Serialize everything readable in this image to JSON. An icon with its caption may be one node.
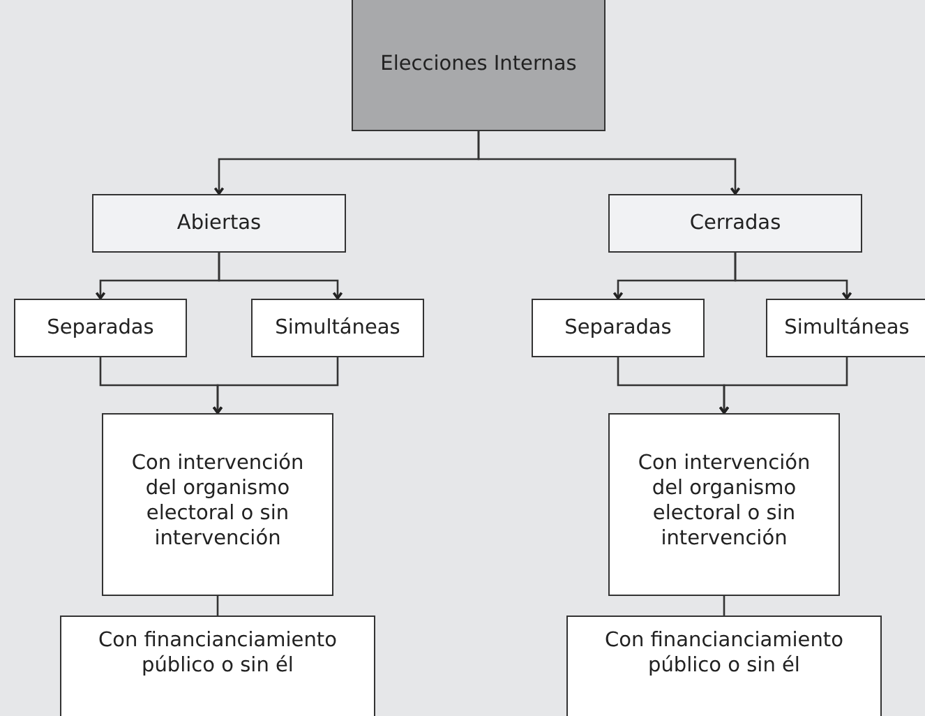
{
  "diagram": {
    "nodes": [
      {
        "text": [
          "Elecciones Internas"
        ]
      },
      {
        "text": [
          "Abiertas"
        ]
      },
      {
        "text": [
          "Cerradas"
        ]
      },
      {
        "text": [
          "Separadas"
        ]
      },
      {
        "text": [
          "Simultáneas"
        ]
      },
      {
        "text": [
          "Separadas"
        ]
      },
      {
        "text": [
          "Simultáneas"
        ]
      },
      {
        "text": [
          "Con intervención del organismo electoral o sin intervención"
        ]
      },
      {
        "text": [
          "Con financianciamiento público o sin él"
        ]
      },
      {
        "text": [
          "Con intervención del organismo electoral o sin intervención"
        ]
      },
      {
        "text": [
          "Con financianciamiento público o sin él"
        ]
      }
    ],
    "edges": [
      {
        "from": 0,
        "to": 1,
        "arrow": "to"
      },
      {
        "from": 0,
        "to": 2,
        "arrow": "to"
      },
      {
        "from": 1,
        "to": 3,
        "arrow": "to"
      },
      {
        "from": 1,
        "to": 4,
        "arrow": "to"
      },
      {
        "from": 3,
        "to": 7,
        "arrow": "to"
      },
      {
        "from": 4,
        "to": 7,
        "arrow": "to"
      },
      {
        "from": 7,
        "to": 8,
        "arrow": "none"
      },
      {
        "from": 2,
        "to": 5,
        "arrow": "to"
      },
      {
        "from": 2,
        "to": 6,
        "arrow": "to"
      },
      {
        "from": 5,
        "to": 9,
        "arrow": "to"
      },
      {
        "from": 6,
        "to": 9,
        "arrow": "to"
      },
      {
        "from": 9,
        "to": 10,
        "arrow": "none"
      }
    ]
  }
}
